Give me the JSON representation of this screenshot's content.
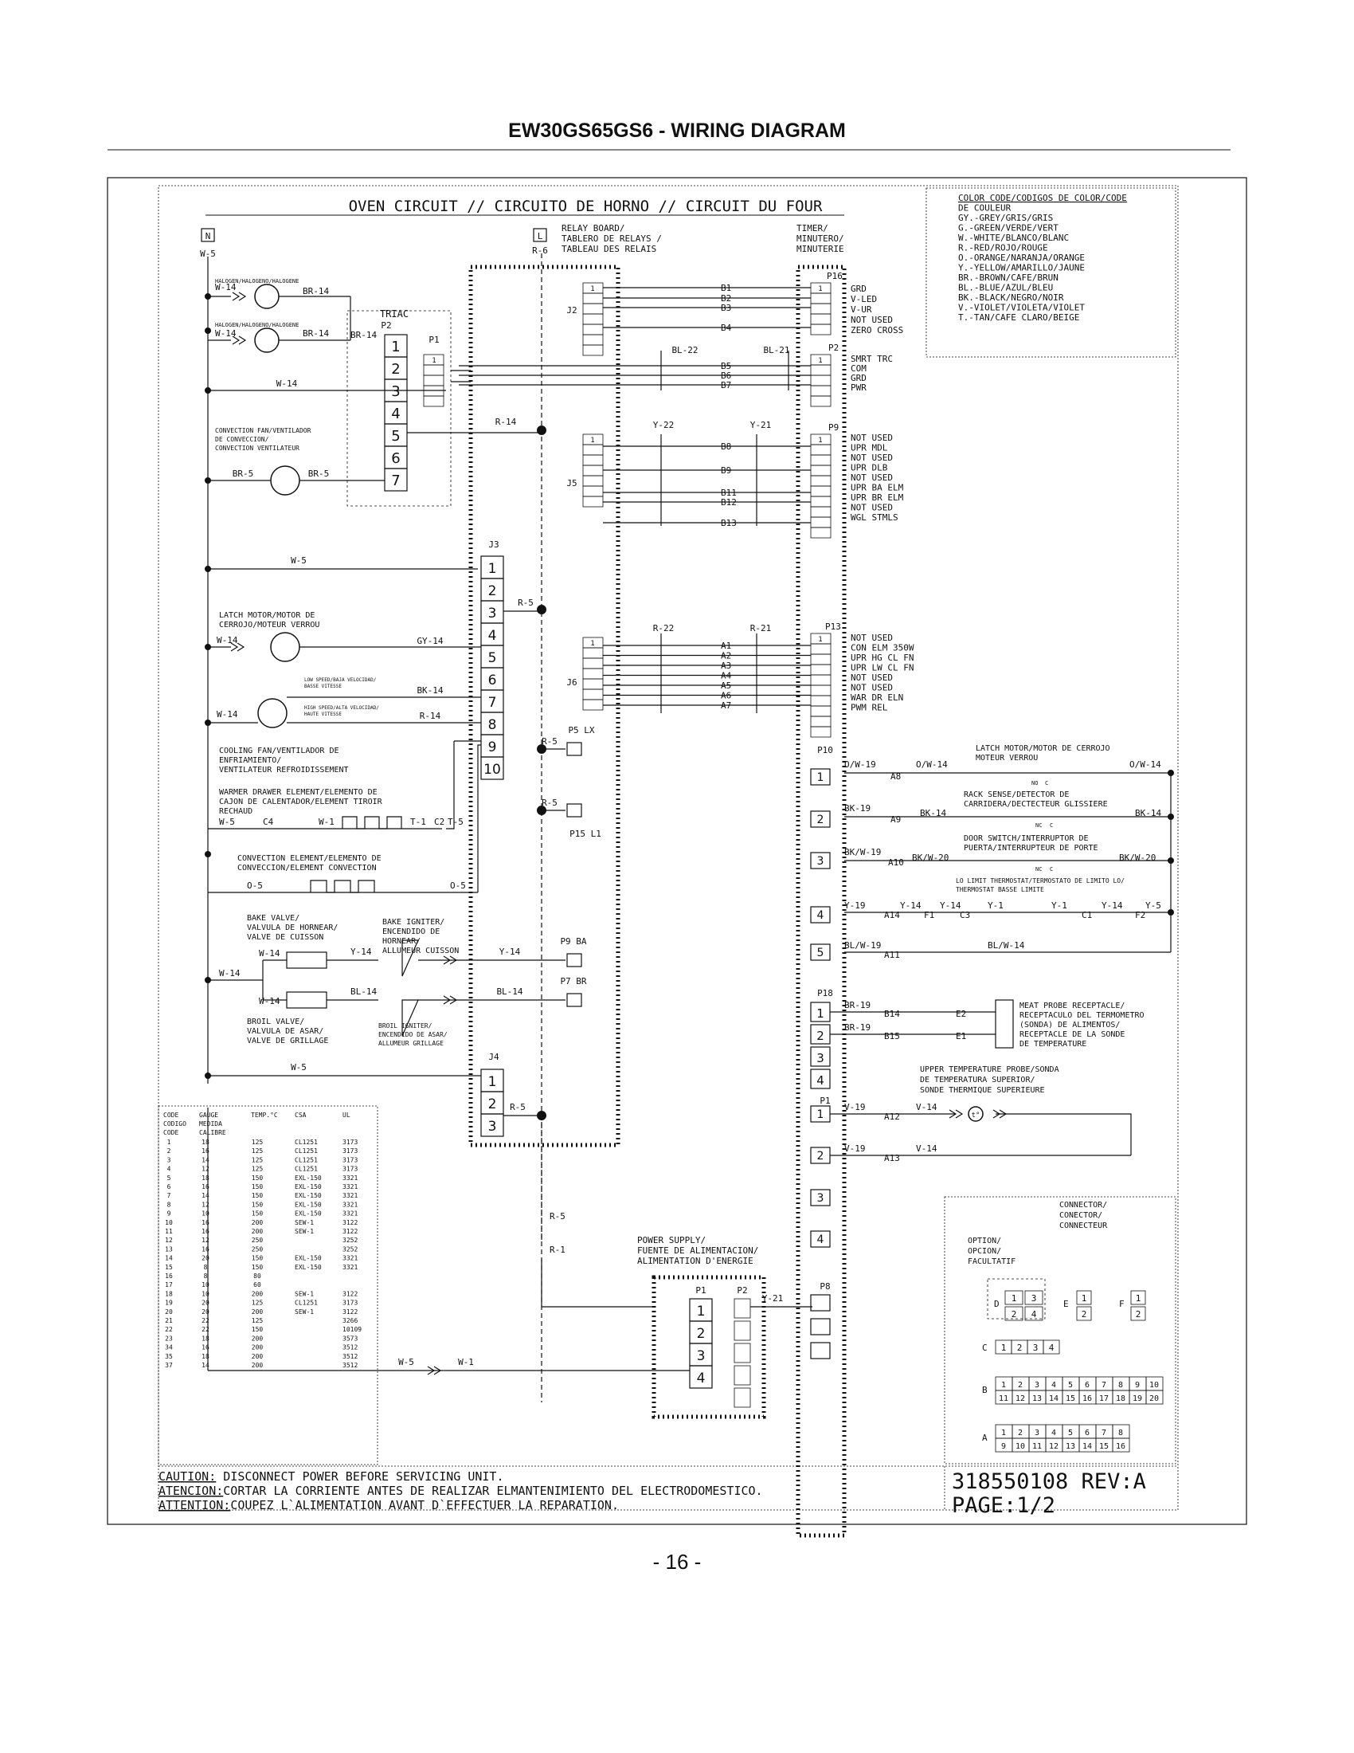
{
  "page": {
    "title": "EW30GS65GS6 - WIRING DIAGRAM",
    "number": "- 16 -"
  },
  "diagram": {
    "title": "OVEN CIRCUIT // CIRCUITO DE HORNO // CIRCUIT DU FOUR",
    "neutral": "N",
    "line": "L",
    "relay_board": [
      "RELAY BOARD/",
      "TABLERO DE RELAYS /",
      "TABLEAU  DES RELAIS"
    ],
    "timer": [
      "TIMER/",
      "MINUTERO/",
      "MINUTERIE"
    ],
    "triac": "TRIAC",
    "halogen": "HALOGEN/HALOGENO/HALOGENE",
    "convection_fan": [
      "CONVECTION FAN/VENTILADOR",
      "DE CONVECCION/",
      "CONVECTION VENTILATEUR"
    ],
    "latch_motor": [
      "LATCH MOTOR/MOTOR DE",
      "CERROJO/MOTEUR VERROU"
    ],
    "low_speed": [
      "LOW SPEED/BAJA VELOCIDAD/",
      "BASSE VITESSE"
    ],
    "high_speed": [
      "HIGH SPEED/ALTA VELOCIDAD/",
      "HAUTE VITESSE"
    ],
    "cooling_fan": [
      "COOLING FAN/VENTILADOR DE",
      "ENFRIAMIENTO/",
      "VENTILATEUR REFROIDISSEMENT"
    ],
    "warmer": [
      "WARMER DRAWER ELEMENT/ELEMENTO DE",
      "CAJON DE CALENTADOR/ELEMENT TIROIR",
      "RECHAUD"
    ],
    "conv_element": [
      "CONVECTION ELEMENT/ELEMENTO DE",
      "CONVECCION/ELEMENT CONVECTION"
    ],
    "bake_valve": [
      "BAKE VALVE/",
      "VALVULA DE HORNEAR/",
      "VALVE DE CUISSON"
    ],
    "bake_igniter": [
      "BAKE IGNITER/",
      "ENCENDIDO DE",
      "HORNEAR/",
      "ALLUMEUR CUISSON"
    ],
    "broil_valve": [
      "BROIL VALVE/",
      "VALVULA DE ASAR/",
      "VALVE DE GRILLAGE"
    ],
    "broil_igniter": [
      "BROIL IGNITER/",
      "ENCENDIDO DE ASAR/",
      "ALLUMEUR GRILLAGE"
    ],
    "power_supply": [
      "POWER SUPPLY/",
      "FUENTE DE ALIMENTACION/",
      "ALIMENTATION D'ENERGIE"
    ],
    "wires": {
      "w5": "W-5",
      "w14": "W-14",
      "br14": "BR-14",
      "br5": "BR-5",
      "r14": "R-14",
      "r5": "R-5",
      "r6": "R-6",
      "r1": "R-1",
      "gy14": "GY-14",
      "bk14": "BK-14",
      "y14": "Y-14",
      "bl14": "BL-14",
      "w1": "W-1",
      "t1": "T-1",
      "t5": "T-5",
      "c4": "C4",
      "c2": "C2",
      "o5": "O-5",
      "bl22": "BL-22",
      "bl21": "BL-21",
      "y22": "Y-22",
      "y21": "Y-21",
      "r22": "R-22",
      "r21": "R-21"
    },
    "relay_connectors": {
      "j2": "J2",
      "j5": "J5",
      "j6": "J6",
      "j3": "J3",
      "j4": "J4",
      "p2": "P2",
      "p1": "P1",
      "p5": "P5 LX",
      "p15": "P15 L1",
      "p9": "P9 BA",
      "p7": "P7 BR"
    },
    "timer_connectors": {
      "p16": "P16",
      "p2": "P2",
      "p9": "P9",
      "p13": "P13",
      "p10": "P10",
      "p18": "P18",
      "p1": "P1",
      "p8": "P8"
    },
    "b_wires_top": [
      "B1",
      "B2",
      "B3",
      "B4"
    ],
    "b_wires_mid": [
      "B5",
      "B6",
      "B7"
    ],
    "b_wires_p9": [
      "B8",
      "B9",
      "B11",
      "B12",
      "B13"
    ],
    "a_wires": [
      "A1",
      "A2",
      "A3",
      "A4",
      "A5",
      "A6",
      "A7"
    ],
    "p16_labels": [
      "GRD",
      "V-LED",
      "V-UR",
      "NOT USED",
      "ZERO CROSS"
    ],
    "p2_labels": [
      "SMRT TRC",
      "COM",
      "GRD",
      "PWR"
    ],
    "p9_labels": [
      "NOT USED",
      "UPR MDL",
      "NOT USED",
      "UPR DLB",
      "NOT USED",
      "UPR BA ELM",
      "UPR BR ELM",
      "NOT USED",
      "WGL STMLS"
    ],
    "p13_labels": [
      "NOT USED",
      "CON ELM 350W",
      "UPR HG CL FN",
      "UPR LW CL FN",
      "NOT USED",
      "NOT USED",
      "WAR DR ELN",
      "PWM REL"
    ],
    "color_code": [
      "COLOR CODE/CODIGOS DE COLOR/CODE",
      "DE COULEUR",
      "GY.-GREY/GRIS/GRIS",
      "G.-GREEN/VERDE/VERT",
      "W.-WHITE/BLANCO/BLANC",
      "R.-RED/ROJO/ROUGE",
      "O.-ORANGE/NARANJA/ORANGE",
      "Y.-YELLOW/AMARILLO/JAUNE",
      "BR.-BROWN/CAFE/BRUN",
      "BL.-BLUE/AZUL/BLEU",
      "BK.-BLACK/NEGRO/NOIR",
      "V.-VIOLET/VIOLETA/VIOLET",
      "T.-TAN/CAFE CLARO/BEIGE"
    ],
    "right": {
      "latch": [
        "LATCH MOTOR/MOTOR DE CERROJO",
        "MOTEUR VERROU"
      ],
      "rack": [
        "RACK SENSE/DETECTOR DE",
        "CARRIDERA/DECTECTEUR GLISSIERE"
      ],
      "door": [
        "DOOR SWITCH/INTERRUPTOR DE",
        "PUERTA/INTERRUPTEUR DE PORTE"
      ],
      "lolimit": [
        "LO LIMIT THERMOSTAT/TERMOSTATO DE LIMITO LO/",
        "THERMOSTAT BASSE LIMITE"
      ],
      "w_o19": "O/W-19",
      "w_o14": "O/W-14",
      "a8": "A8",
      "a9": "A9",
      "a10": "A10",
      "a14": "A14",
      "a11": "A11",
      "bk19": "BK-19",
      "bk14": "BK-14",
      "bkw19": "BK/W-19",
      "bkw20": "BK/W-20",
      "y19": "Y-19",
      "y14": "Y-14",
      "y1": "Y-1",
      "y5": "Y-5",
      "f1": "F1",
      "c3": "C3",
      "c1": "C1",
      "f2": "F2",
      "blw19": "BL/W-19",
      "blw14": "BL/W-14",
      "no": "NO",
      "c": "C",
      "nc": "NC",
      "meat_probe": [
        "MEAT PROBE RECEPTACLE/",
        "RECEPTACULO DEL TERMOMETRO",
        "(SONDA) DE ALIMENTOS/",
        "RECEPTACLE DE LA SONDE",
        "DE TEMPERATURE"
      ],
      "br19": "BR-19",
      "b14": "B14",
      "b15": "B15",
      "e1": "E1",
      "e2": "E2",
      "upper_probe": [
        "UPPER TEMPERATURE PROBE/SONDA",
        "DE TEMPERATURA SUPERIOR/",
        "SONDE THERMIQUE SUPERIEURE"
      ],
      "v19": "V-19",
      "v14": "V-14",
      "a12": "A12",
      "a13": "A13",
      "t_sym": "t°"
    },
    "gauge_table": {
      "headers": [
        "CODE",
        "GAUGE",
        "TEMP.°C",
        "CSA",
        "UL"
      ],
      "headers2": [
        "CODIGO",
        "MEDIDA"
      ],
      "headers3": [
        "CODE",
        "CALIBRE"
      ],
      "rows": [
        [
          "1",
          "18",
          "125",
          "CL1251",
          "3173"
        ],
        [
          "2",
          "16",
          "125",
          "CL1251",
          "3173"
        ],
        [
          "3",
          "14",
          "125",
          "CL1251",
          "3173"
        ],
        [
          "4",
          "12",
          "125",
          "CL1251",
          "3173"
        ],
        [
          "5",
          "18",
          "150",
          "EXL-150",
          "3321"
        ],
        [
          "6",
          "16",
          "150",
          "EXL-150",
          "3321"
        ],
        [
          "7",
          "14",
          "150",
          "EXL-150",
          "3321"
        ],
        [
          "8",
          "12",
          "150",
          "EXL-150",
          "3321"
        ],
        [
          "9",
          "10",
          "150",
          "EXL-150",
          "3321"
        ],
        [
          "10",
          "16",
          "200",
          "SEW-1",
          "3122"
        ],
        [
          "11",
          "16",
          "200",
          "SEW-1",
          "3122"
        ],
        [
          "12",
          "12",
          "250",
          "",
          "3252"
        ],
        [
          "13",
          "16",
          "250",
          "",
          "3252"
        ],
        [
          "14",
          "20",
          "150",
          "EXL-150",
          "3321"
        ],
        [
          "15",
          "8",
          "150",
          "EXL-150",
          "3321"
        ],
        [
          "16",
          "8",
          "80",
          "",
          ""
        ],
        [
          "17",
          "10",
          "60",
          "",
          ""
        ],
        [
          "18",
          "10",
          "200",
          "SEW-1",
          "3122"
        ],
        [
          "19",
          "20",
          "125",
          "CL1251",
          "3173"
        ],
        [
          "20",
          "20",
          "200",
          "SEW-1",
          "3122"
        ],
        [
          "21",
          "22",
          "125",
          "",
          "3266"
        ],
        [
          "22",
          "22",
          "150",
          "",
          "10109"
        ],
        [
          "23",
          "18",
          "200",
          "",
          "3573"
        ],
        [
          "34",
          "16",
          "200",
          "",
          "3512"
        ],
        [
          "35",
          "18",
          "200",
          "",
          "3512"
        ],
        [
          "37",
          "14",
          "200",
          "",
          "3512"
        ]
      ]
    },
    "connector_legend": {
      "title": [
        "CONNECTOR/",
        "CONECTOR/",
        "CONNECTEUR"
      ],
      "option": [
        "OPTION/",
        "OPCION/",
        "FACULTATIF"
      ],
      "d": "D",
      "e": "E",
      "f": "F",
      "c": "C",
      "b": "B",
      "a": "A"
    },
    "caution": [
      [
        "CAUTION:",
        " DISCONNECT POWER BEFORE SERVICING UNIT."
      ],
      [
        "ATENCION:",
        "CORTAR LA CORRIENTE ANTES DE REALIZAR ELMANTENIMIENTO DEL ELECTRODOMESTICO."
      ],
      [
        "ATTENTION:",
        "COUPEZ L`ALIMENTATION AVANT D`EFFECTUER LA REPARATION."
      ]
    ],
    "part_number": "318550108 REV:A",
    "page_ref": "PAGE:1/2"
  }
}
